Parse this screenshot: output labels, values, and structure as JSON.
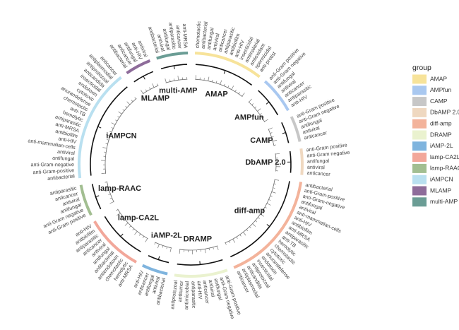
{
  "chart_data": {
    "type": "circular-dendrogram",
    "legend": {
      "title": "group",
      "placement": "right"
    },
    "groups": [
      {
        "name": "AMAP",
        "color": "#F7E39A",
        "labels": [
          "chemotactic",
          "antibacterial",
          "antifungal",
          "antiviral",
          "anticancer",
          "antiparasitic",
          "antibiofilm",
          "anti-HIV",
          "insecticidal",
          "antimalarial",
          "antioxidant",
          "spermicidal",
          "anti-protist"
        ]
      },
      {
        "name": "AMPfun",
        "color": "#A9C8F0",
        "labels": [
          "anti-Gram positive",
          "anti-Gram negative",
          "antifungal",
          "antiviral",
          "anticancer",
          "antiparasitic",
          "anti-HIV"
        ]
      },
      {
        "name": "CAMP",
        "color": "#C7C7C7",
        "labels": [
          "anti-Gram positive",
          "anti-Gram negative",
          "antifungal",
          "antiviral",
          "anticancer"
        ]
      },
      {
        "name": "DbAMP 2.0",
        "color": "#EFD8C0",
        "labels": [
          "anti-Gram positive",
          "anti-Gram negative",
          "antifungal",
          "antiviral",
          "anticancer"
        ]
      },
      {
        "name": "diff-amp",
        "color": "#F3B39B",
        "labels": [
          "antibacterial",
          "anti-Gram-positive",
          "anti-Gram-negative",
          "antifungal",
          "antiviral",
          "anti-mammalian-cells",
          "anti-HIV",
          "antibiofilm",
          "anti-MRSA",
          "antiparasitic",
          "anti-TB",
          "hemolytic",
          "chemotactic",
          "cytotoxic",
          "anurandefense",
          "endotoxin",
          "insecticidal",
          "antiprotozoal",
          "anticandida",
          "antiplasmodial",
          "anticancer"
        ]
      },
      {
        "name": "DRAMP",
        "color": "#EAF2CF",
        "labels": [
          "anti-Gram positive",
          "anti-Gram negative",
          "antifungal",
          "antiviral",
          "anticancer",
          "anti-HIV",
          "antiparasitic",
          "antimicrobial",
          "antitumor",
          "antiprotozoal"
        ]
      },
      {
        "name": "iAMP-2L",
        "color": "#7FB4DE",
        "labels": [
          "antibacterial",
          "antiviral",
          "antifungal",
          "anticancer",
          "anti-HIV"
        ]
      },
      {
        "name": "lamp-CA2L",
        "color": "#F2A79A",
        "labels": [
          "anti-MRSA",
          "hemolytic",
          "chemotactic",
          "antiendotoxin",
          "antibacterial",
          "antifungal",
          "antiviral",
          "anticancer",
          "antiparasitic",
          "antibiofilm",
          "anti-HIV"
        ]
      },
      {
        "name": "lamp-RAAC",
        "color": "#A2BE91",
        "labels": [
          "anti-Gram positive",
          "anti-Gram negative",
          "antifungal",
          "antiviral",
          "anticancer",
          "antiparasitic"
        ]
      },
      {
        "name": "iAMPCN",
        "color": "#B9E0F0",
        "labels": [
          "antibacterial",
          "anti-Gram-positive",
          "anti-Gram-negative",
          "antifungal",
          "antiviral",
          "anti-mammalian-cells",
          "anti-HIV",
          "antibiofilm",
          "anti-MRSA",
          "antiparasitic",
          "hemolytic",
          "anti-TB",
          "chemotactic",
          "anurandefense",
          "cytotoxic",
          "endotoxin",
          "insecticidal",
          "anticandida",
          "antiprotozoal",
          "antiplasmodial",
          "anticancer"
        ]
      },
      {
        "name": "MLAMP",
        "color": "#8E6C9A",
        "labels": [
          "antibacterial",
          "anticancer",
          "antifungal",
          "anti-HIV",
          "antiviral"
        ]
      },
      {
        "name": "multi-AMP",
        "color": "#6B9D95",
        "labels": [
          "antibacterial",
          "antiviral",
          "antifungal",
          "antiparasitic",
          "anticancer",
          "anti-MRSA"
        ]
      }
    ]
  }
}
